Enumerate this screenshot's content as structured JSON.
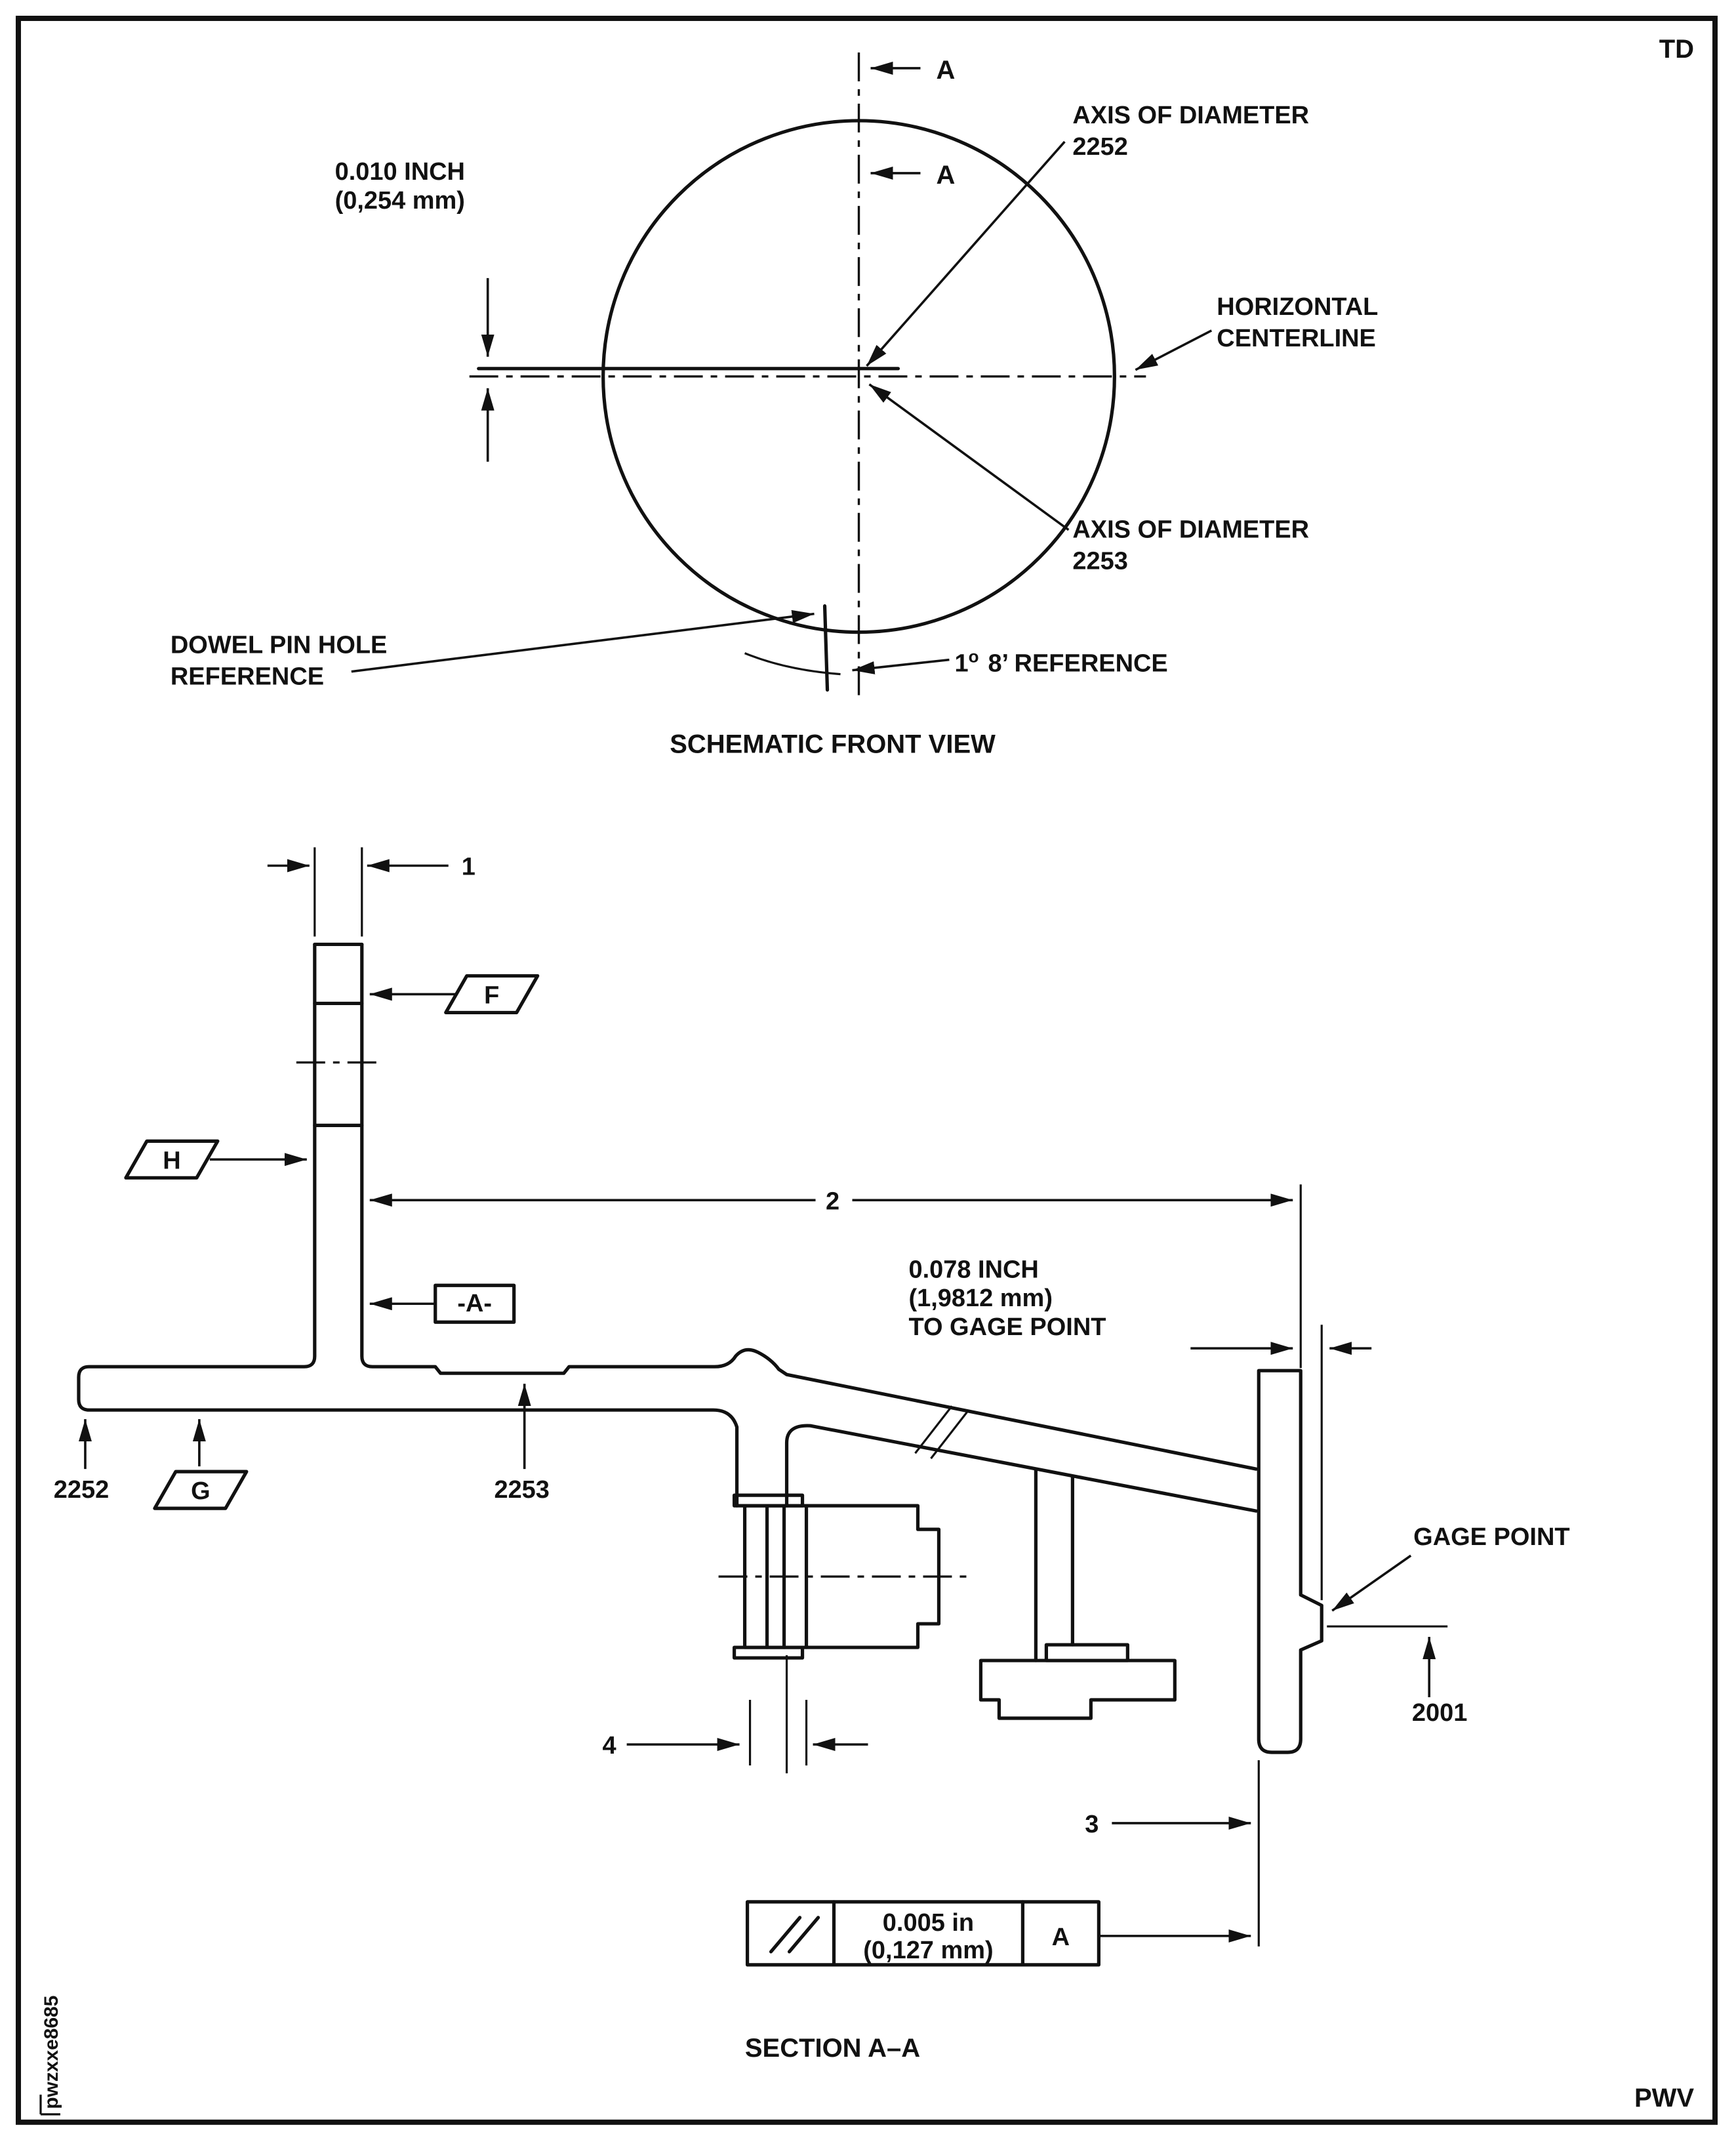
{
  "page": {
    "top_right": "TD",
    "bottom_right": "PWV",
    "side_code": "pwzxxe8685"
  },
  "front_view": {
    "caption": "SCHEMATIC FRONT VIEW",
    "cut_label_top": "A",
    "cut_label_mid": "A",
    "offset": {
      "l1": "0.010 INCH",
      "l2": "(0,254 mm)"
    },
    "axis2252": {
      "l1": "AXIS OF DIAMETER",
      "l2": "2252"
    },
    "hcl": {
      "l1": "HORIZONTAL",
      "l2": "CENTERLINE"
    },
    "axis2253": {
      "l1": "AXIS OF DIAMETER",
      "l2": "2253"
    },
    "dowel": {
      "l1": "DOWEL PIN HOLE",
      "l2": "REFERENCE"
    },
    "angle": {
      "base": "1",
      "sup": "o",
      "rest": "8’ REFERENCE"
    }
  },
  "section_view": {
    "caption": "SECTION A–A",
    "dims": {
      "d1": "1",
      "d2": "2",
      "d3": "3",
      "d4": "4"
    },
    "flags": {
      "f": "F",
      "h": "H",
      "g": "G"
    },
    "datum": "-A-",
    "balloons": {
      "b2252": "2252",
      "b2253": "2253",
      "b2001": "2001"
    },
    "gage_point_label": "GAGE POINT",
    "gage_dim": {
      "l1": "0.078 INCH",
      "l2": "(1,9812 mm)",
      "l3": "TO GAGE POINT"
    },
    "fcf": {
      "tol1": "0.005 in",
      "tol2": "(0,127 mm)",
      "datum": "A"
    }
  }
}
